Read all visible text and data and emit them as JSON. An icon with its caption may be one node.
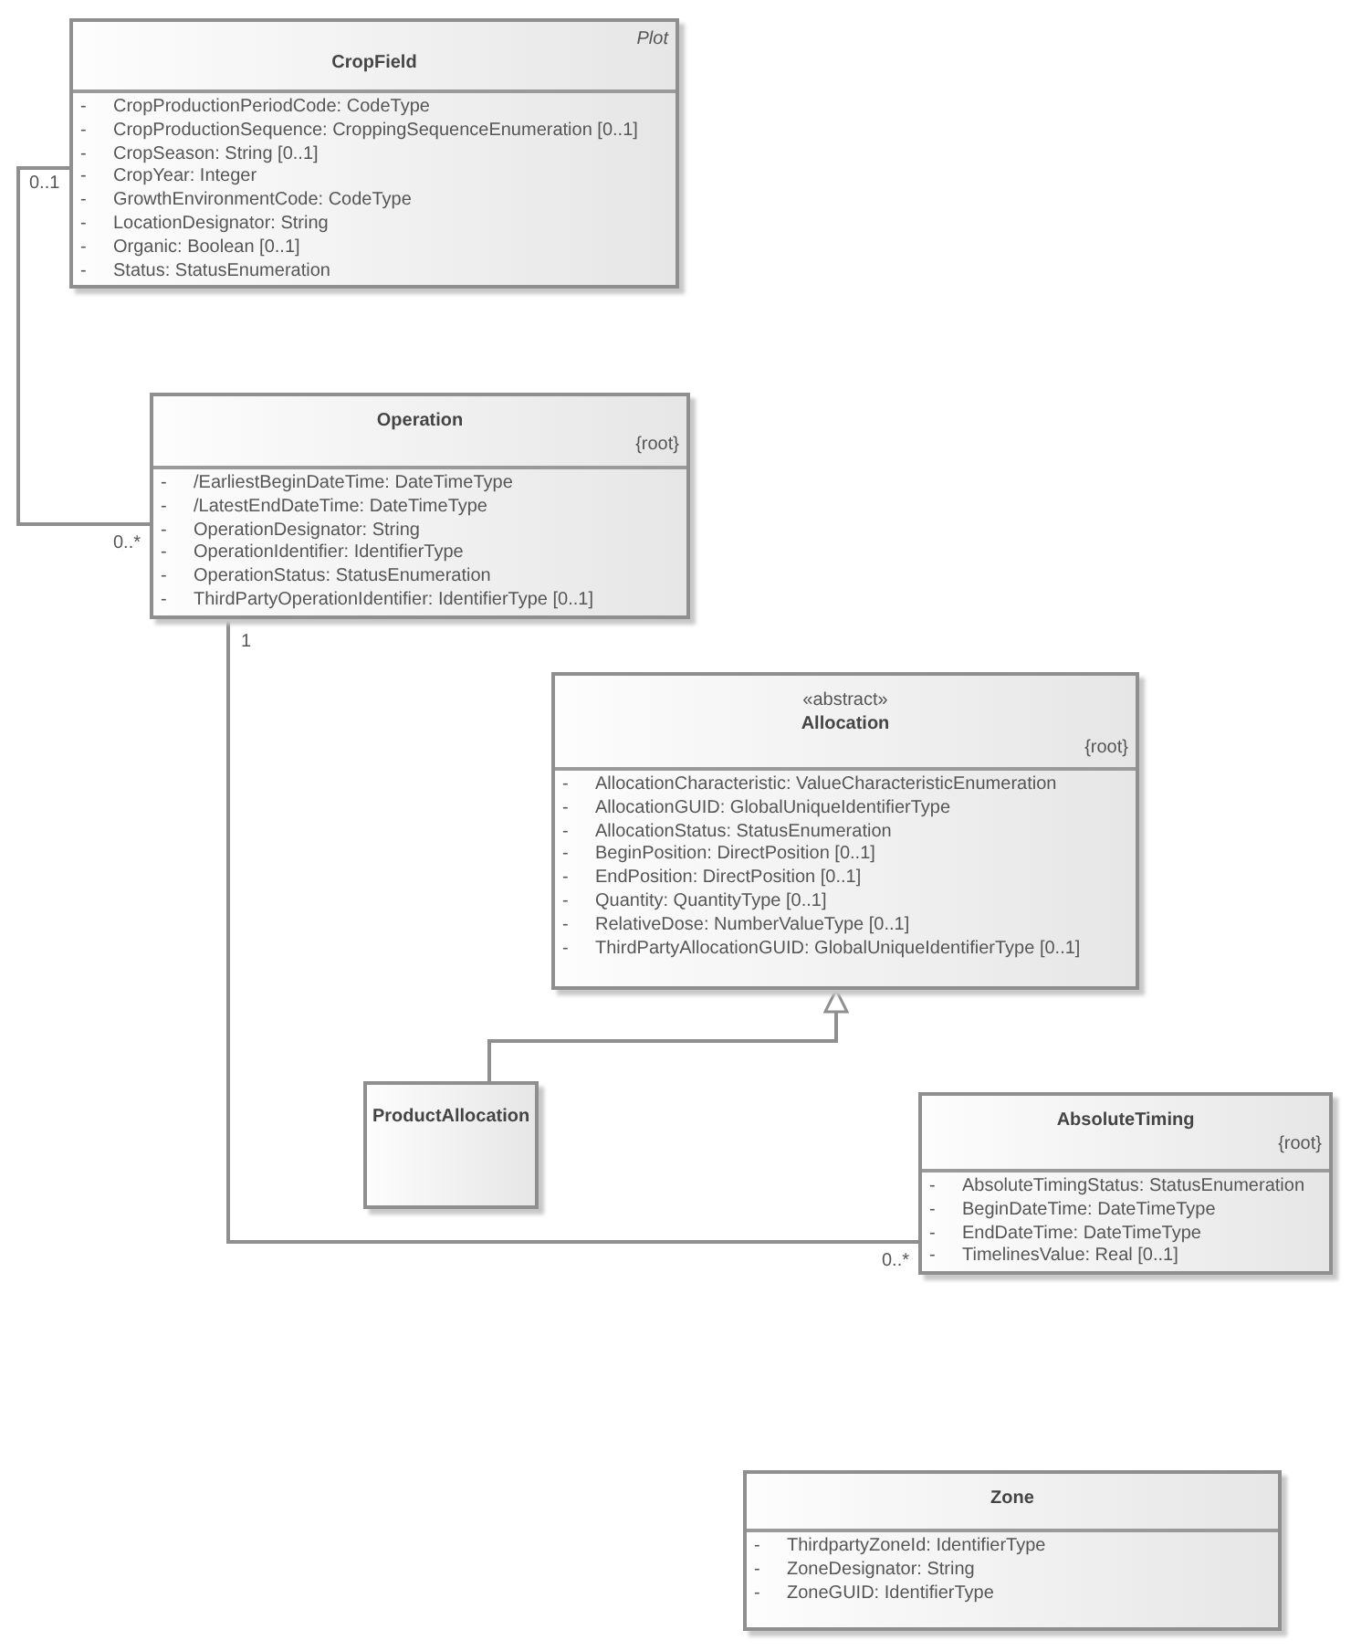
{
  "diagram": {
    "nodes": [
      {
        "text": [
          "Plot",
          "CropField",
          "- CropProductionPeriodCode: CodeType",
          "- CropProductionSequence: CroppingSequenceEnumeration [0..1]",
          "- CropSeason: String [0..1]",
          "- CropYear: Integer",
          "- GrowthEnvironmentCode: CodeType",
          "- LocationDesignator: String",
          "- Organic: Boolean [0..1]",
          "- Status: StatusEnumeration"
        ]
      },
      {
        "text": [
          "Operation",
          "{root}",
          "- /EarliestBeginDateTime: DateTimeType",
          "- /LatestEndDateTime: DateTimeType",
          "- OperationDesignator: String",
          "- OperationIdentifier: IdentifierType",
          "- OperationStatus: StatusEnumeration",
          "- ThirdPartyOperationIdentifier: IdentifierType [0..1]"
        ]
      },
      {
        "text": [
          "«abstract»",
          "Allocation",
          "{root}",
          "- AllocationCharacteristic: ValueCharacteristicEnumeration",
          "- AllocationGUID: GlobalUniqueIdentifierType",
          "- AllocationStatus: StatusEnumeration",
          "- BeginPosition: DirectPosition [0..1]",
          "- EndPosition: DirectPosition [0..1]",
          "- Quantity: QuantityType [0..1]",
          "- RelativeDose: NumberValueType [0..1]",
          "- ThirdPartyAllocationGUID: GlobalUniqueIdentifierType [0..1]"
        ]
      },
      {
        "text": [
          "ProductAllocation"
        ]
      },
      {
        "text": [
          "AbsoluteTiming",
          "{root}",
          "- AbsoluteTimingStatus: StatusEnumeration",
          "- BeginDateTime: DateTimeType",
          "- EndDateTime: DateTimeType",
          "- TimelinesValue: Real [0..1]"
        ]
      },
      {
        "text": [
          "Zone",
          "- ThirdpartyZoneId: IdentifierType",
          "- ZoneDesignator: String",
          "- ZoneGUID: IdentifierType"
        ]
      }
    ],
    "edges": [
      {
        "from": 0,
        "to": 1,
        "arrow": "none"
      },
      {
        "from": 1,
        "to": 4,
        "arrow": "none"
      },
      {
        "from": 3,
        "to": 2,
        "arrow": "to"
      }
    ],
    "labels": [
      "0..1",
      "0..*",
      "1",
      "0..*"
    ]
  }
}
